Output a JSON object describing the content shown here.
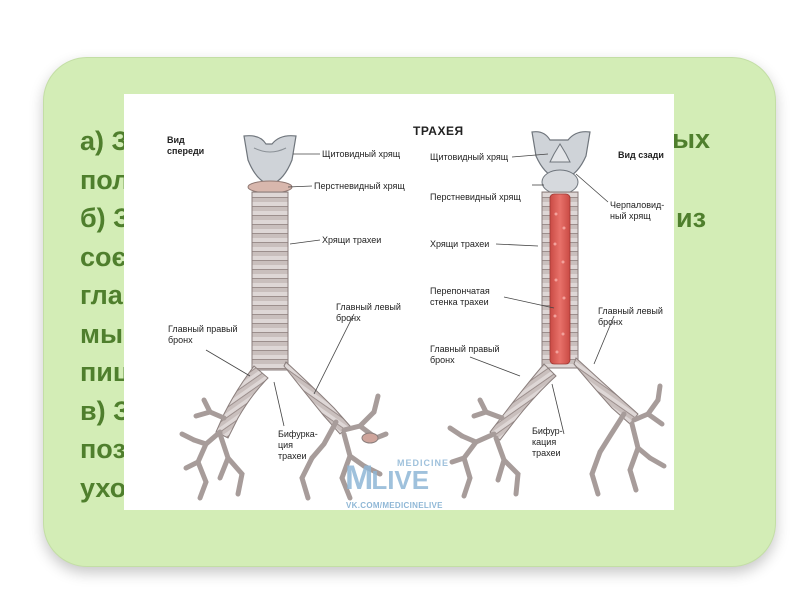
{
  "slide_text": {
    "left_lines": [
      "а) З",
      "пол",
      "б) З",
      "соє",
      "гла",
      "мы",
      "пиц",
      "в) З",
      "поз",
      "ухо"
    ],
    "right_fragments": [
      {
        "text": "ых"
      },
      {
        "text": "из"
      }
    ]
  },
  "figure": {
    "title": "ТРАХЕЯ",
    "front": {
      "view_label": "Вид\nспереди",
      "thyroid": "Щитовидный хрящ",
      "cricoid": "Перстневидный хрящ",
      "rings": "Хрящи трахеи",
      "left_bronchus": "Главный левый\nбронх",
      "right_bronchus": "Главный правый\nбронх",
      "bifurcation": "Бифурка-\nция\nтрахеи"
    },
    "back": {
      "view_label": "Вид сзади",
      "thyroid": "Щитовидный хрящ",
      "cricoid": "Перстневидный хрящ",
      "arytenoid": "Черпаловид-\nный хрящ",
      "rings": "Хрящи трахеи",
      "membranous": "Перепончатая\nстенка трахеи",
      "left_bronchus": "Главный левый\nбронх",
      "right_bronchus": "Главный правый\nбронх",
      "bifurcation": "Бифур-\nкация\nтрахеи"
    },
    "watermark": {
      "logo_m": "M",
      "logo_live": "LIVE",
      "logo_top": "MEDICINE",
      "url": "VK.COM/MEDICINELIVE"
    }
  }
}
